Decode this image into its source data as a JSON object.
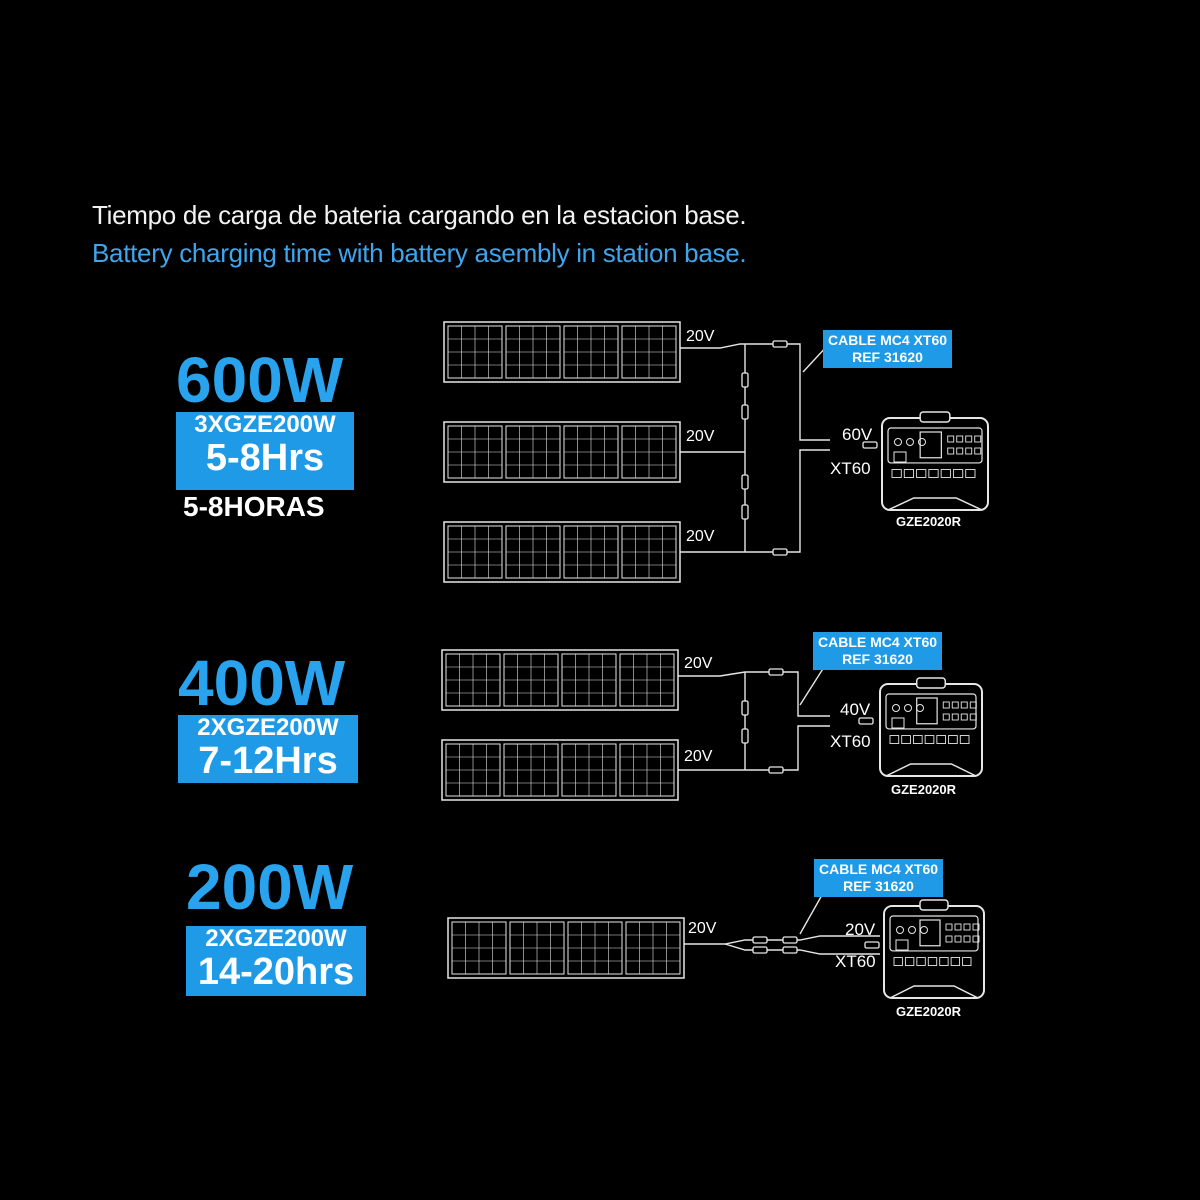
{
  "header": {
    "title_es": "Tiempo de carga de bateria cargando en la estacion base.",
    "title_en": "Battery charging time with battery asembly in station base."
  },
  "configs": [
    {
      "watts": "600W",
      "model": "3XGZE200W",
      "hours": "5-8Hrs",
      "hours_es": "5-8HORAS",
      "panel_voltages": [
        "20V",
        "20V",
        "20V"
      ],
      "cable_line1": "CABLE MC4 XT60",
      "cable_line2": "REF 31620",
      "output_voltage": "60V",
      "connector": "XT60",
      "station": "GZE2020R"
    },
    {
      "watts": "400W",
      "model": "2XGZE200W",
      "hours": "7-12Hrs",
      "panel_voltages": [
        "20V",
        "20V"
      ],
      "cable_line1": "CABLE MC4 XT60",
      "cable_line2": "REF 31620",
      "output_voltage": "40V",
      "connector": "XT60",
      "station": "GZE2020R"
    },
    {
      "watts": "200W",
      "model": "2XGZE200W",
      "hours": "14-20hrs",
      "panel_voltages": [
        "20V"
      ],
      "cable_line1": "CABLE MC4 XT60",
      "cable_line2": "REF 31620",
      "output_voltage": "20V",
      "connector": "XT60",
      "station": "GZE2020R"
    }
  ],
  "colors": {
    "accent": "#1e9ae6",
    "accent_text": "#29a3ee",
    "background": "#000000"
  }
}
